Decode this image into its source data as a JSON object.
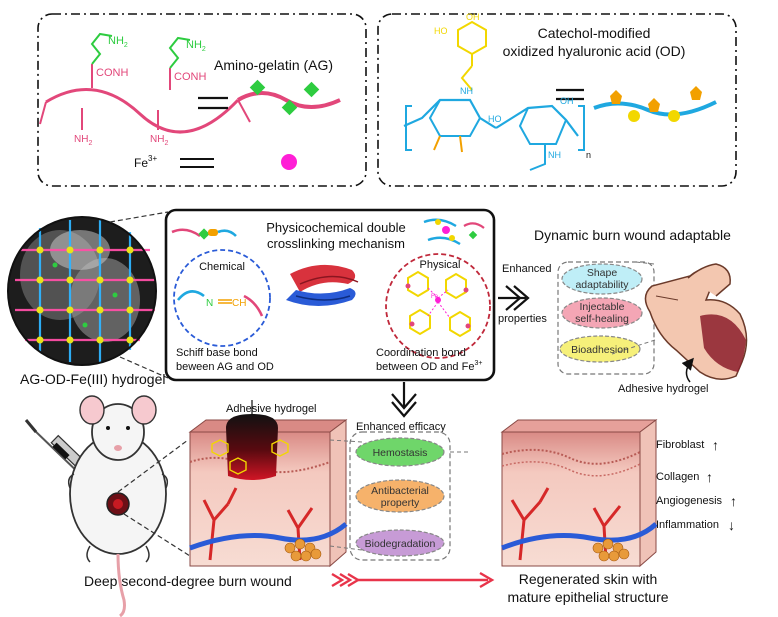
{
  "panel_ag": {
    "sub_nh2_1": "NH",
    "sub_nh2_2": "NH",
    "conh_1": "CONH",
    "conh_2": "CONH",
    "nh2_low_1": "NH",
    "nh2_low_2": "NH",
    "num2": "2",
    "label": "Amino-gelatin (AG)",
    "fe_label": "Fe",
    "fe_sup": "3+"
  },
  "panel_od": {
    "title_line1": "Catechol-modified",
    "title_line2": "oxidized hyaluronic acid (OD)",
    "oh_1": "OH",
    "oh_2": "HO",
    "oh_3": "OH",
    "ho_ring": "HO",
    "n_sub": "n",
    "nh": "NH",
    "nh2": "NH"
  },
  "mechanism": {
    "title_line1": "Physicochemical double",
    "title_line2": "crosslinking mechanism",
    "chemical": "Chemical",
    "physical": "Physical",
    "schiff_line1": "Schiff base bond",
    "schiff_line2": "beween AG and OD",
    "coord_line1": "Coordination bond",
    "coord_line2": "between OD and Fe",
    "coord_sup": "3+",
    "n_letter": "N",
    "ch_letters": "CH",
    "fe_center": "Fe"
  },
  "hydrogel_label": "AG-OD-Fe(III) hydrogel",
  "enhanced_properties": {
    "line1": "Enhanced",
    "line2": "properties"
  },
  "dynamic_title": "Dynamic burn wound adaptable",
  "properties": [
    {
      "line1": "Shape",
      "line2": "adaptability",
      "color": "#bfeef7"
    },
    {
      "line1": "Injectable",
      "line2": "self-healing",
      "color": "#f4a6b5"
    },
    {
      "line1": "Bioadhesion",
      "line2": "",
      "color": "#f6f07a"
    }
  ],
  "adhesive_hydrogel_right": "Adhesive hydrogel",
  "adhesive_hydrogel_top": "Adhesive hydrogel",
  "enhanced_efficacy": "Enhanced efficacy",
  "efficacy": [
    {
      "line1": "Hemostasis",
      "line2": "",
      "color": "#6fd66a"
    },
    {
      "line1": "Antibacterial",
      "line2": "property",
      "color": "#f6b26b"
    },
    {
      "line1": "Biodegradation",
      "line2": "",
      "color": "#c79bd6"
    }
  ],
  "outcomes": [
    {
      "label": "Fibroblast",
      "arrow": "↑"
    },
    {
      "label": "Collagen",
      "arrow": "↑"
    },
    {
      "label": "Angiogenesis",
      "arrow": "↑"
    },
    {
      "label": "Inflammation",
      "arrow": "↓"
    }
  ],
  "burn_label": "Deep second-degree burn wound",
  "regen_line1": "Regenerated skin with",
  "regen_line2": "mature epithelial structure",
  "colors": {
    "ag_chain": "#e2477a",
    "ag_side": "#2ecc40",
    "fe_dot": "#ff1fd6",
    "od_chain": "#1fa8e0",
    "catechol": "#f2d700",
    "orange": "#f2a000",
    "arrow_red": "#e8344a"
  }
}
